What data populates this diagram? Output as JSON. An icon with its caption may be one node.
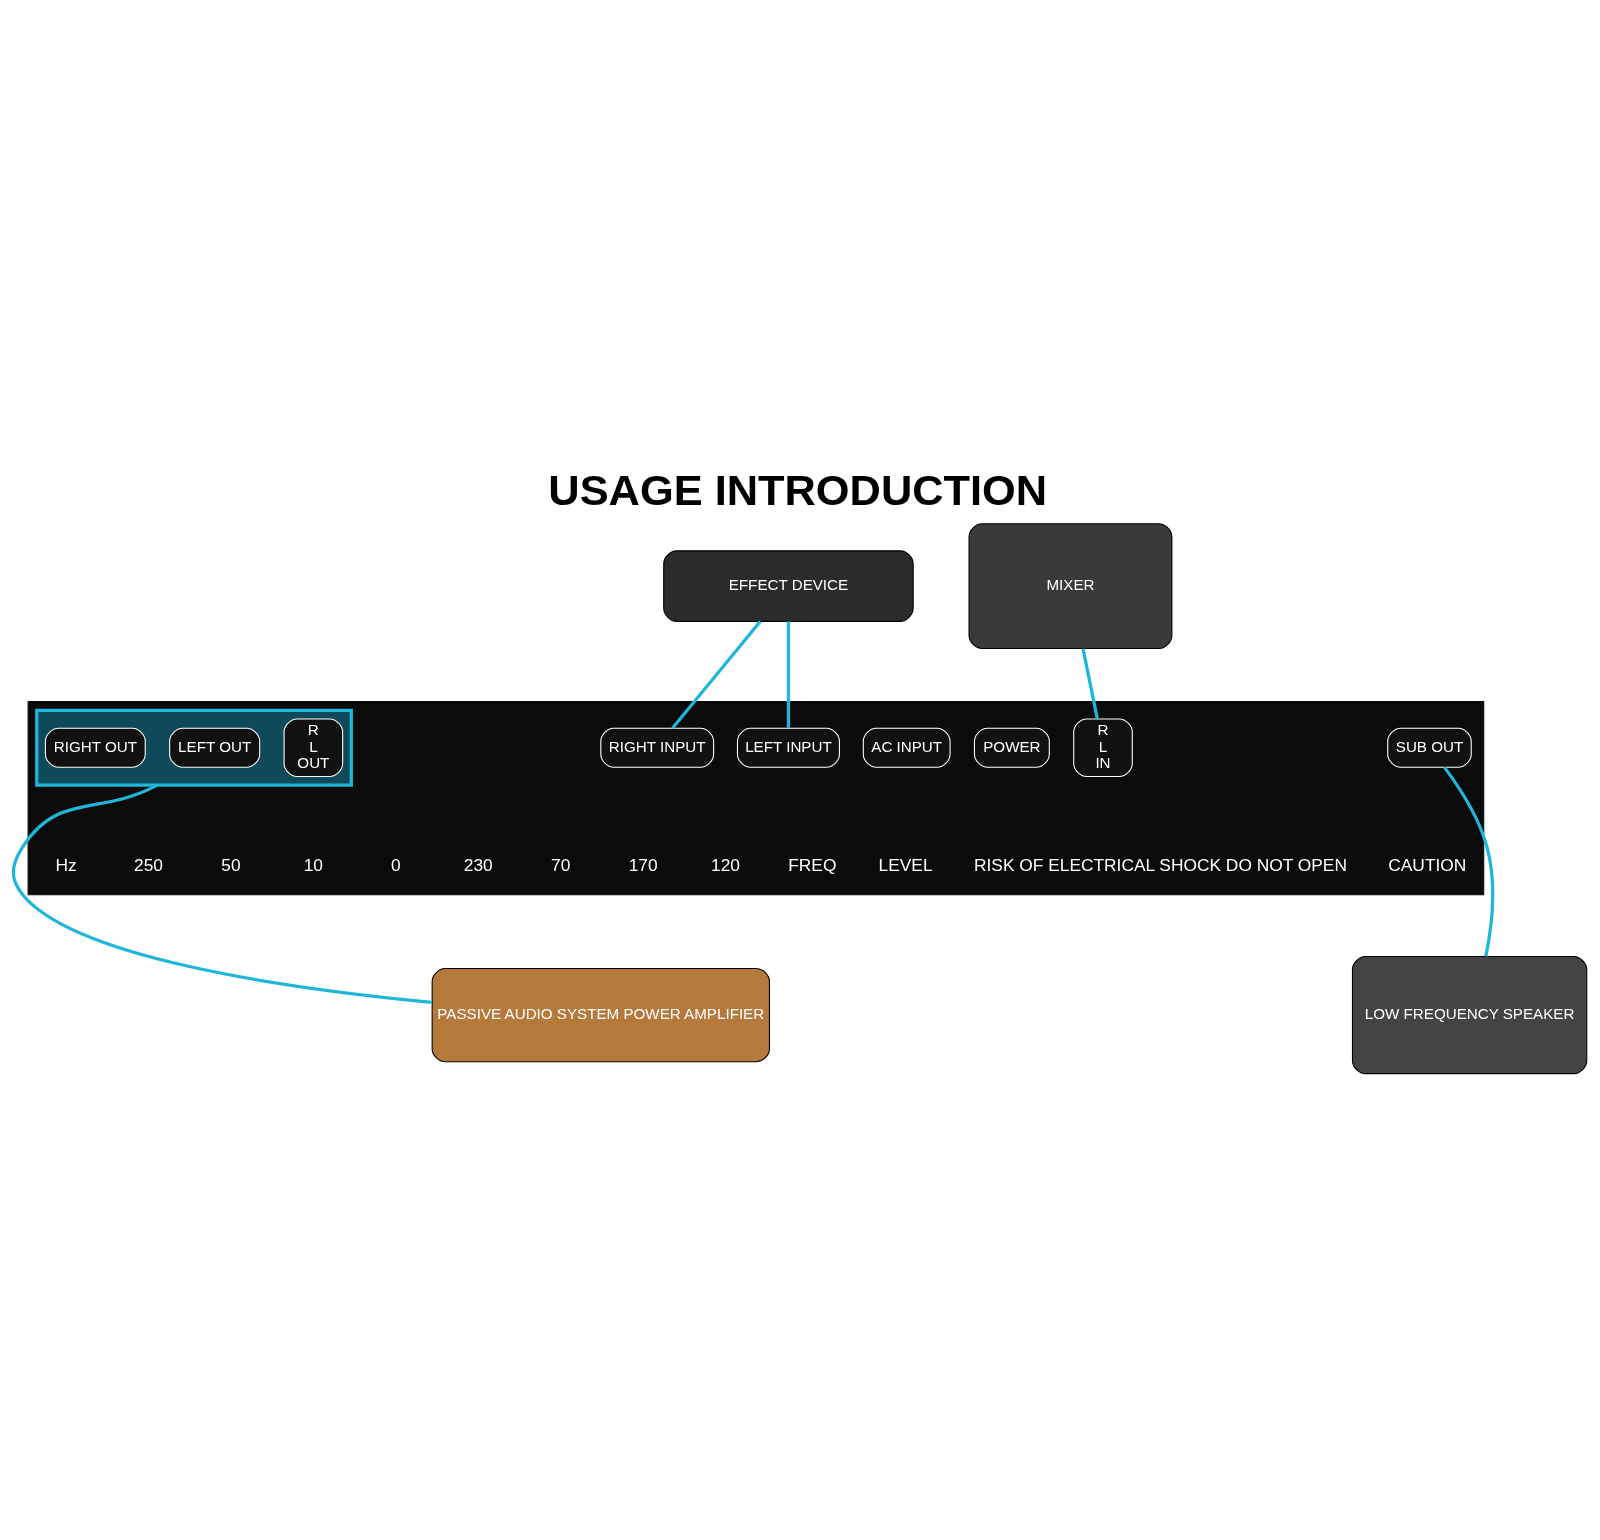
{
  "diagram": {
    "title": "USAGE INTRODUCTION",
    "nodes": [
      {
        "text": [
          "EFFECT DEVICE"
        ]
      },
      {
        "text": [
          "MIXER"
        ]
      },
      {
        "text": [],
        "shape": "box"
      },
      {
        "text": [
          "AC INPUT"
        ],
        "in": 2
      },
      {
        "text": [
          "POWER"
        ],
        "in": 2
      },
      {
        "text": [
          "LEFT INPUT"
        ],
        "in": 2
      },
      {
        "text": [
          "RIGHT INPUT"
        ],
        "in": 2
      },
      {
        "text": [
          "R",
          "L",
          "IN"
        ],
        "in": 2
      },
      {
        "text": [],
        "shape": "box",
        "in": 2
      },
      {
        "text": [
          "R",
          "L",
          "OUT"
        ],
        "in": 8
      },
      {
        "text": [
          "LEFT OUT"
        ],
        "in": 8
      },
      {
        "text": [
          "RIGHT OUT"
        ],
        "in": 8
      },
      {
        "text": [
          "SUB OUT"
        ],
        "in": 2
      },
      {
        "text": [
          "PASSIVE AUDIO SYSTEM POWER AMPLIFIER"
        ]
      },
      {
        "text": [
          "LOW FREQUENCY SPEAKER"
        ]
      }
    ],
    "edges": [
      {
        "from": 0,
        "to": 5,
        "arrow": "none"
      },
      {
        "from": 0,
        "to": 6,
        "arrow": "none"
      },
      {
        "from": 1,
        "to": 7,
        "arrow": "none"
      },
      {
        "from": 8,
        "to": 13,
        "arrow": "none"
      },
      {
        "from": 12,
        "to": 14,
        "arrow": "none"
      }
    ],
    "labels": [
      "CAUTION",
      "RISK OF ELECTRICAL SHOCK DO NOT OPEN",
      "LEVEL",
      "FREQ",
      "120",
      "170",
      "70",
      "230",
      "0",
      "10",
      "50",
      "250",
      "Hz"
    ]
  }
}
